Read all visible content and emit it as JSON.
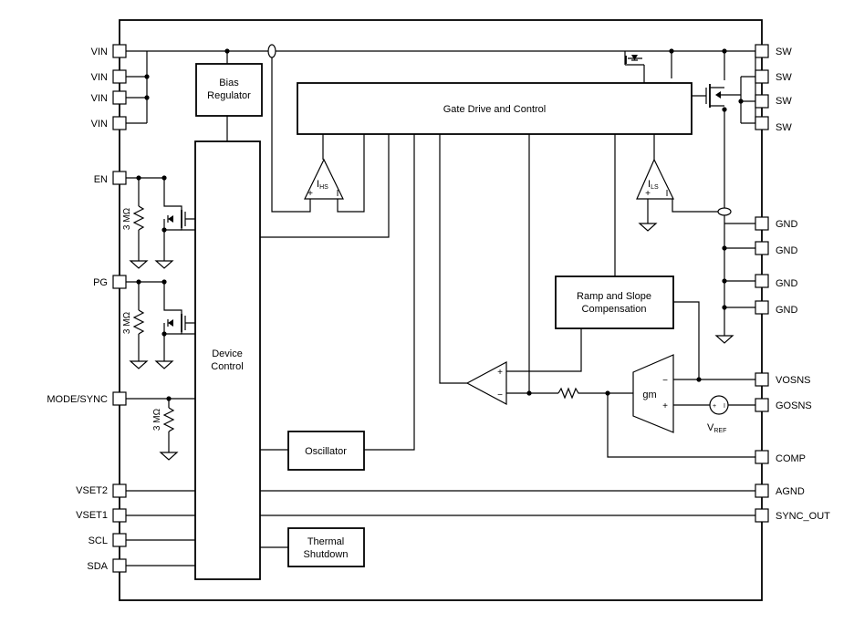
{
  "pins_left": [
    {
      "id": "vin1",
      "label": "VIN"
    },
    {
      "id": "vin2",
      "label": "VIN"
    },
    {
      "id": "vin3",
      "label": "VIN"
    },
    {
      "id": "vin4",
      "label": "VIN"
    },
    {
      "id": "en",
      "label": "EN"
    },
    {
      "id": "pg",
      "label": "PG"
    },
    {
      "id": "modesync",
      "label": "MODE/SYNC"
    },
    {
      "id": "vset2",
      "label": "VSET2"
    },
    {
      "id": "vset1",
      "label": "VSET1"
    },
    {
      "id": "scl",
      "label": "SCL"
    },
    {
      "id": "sda",
      "label": "SDA"
    }
  ],
  "pins_right": [
    {
      "id": "sw1",
      "label": "SW"
    },
    {
      "id": "sw2",
      "label": "SW"
    },
    {
      "id": "sw3",
      "label": "SW"
    },
    {
      "id": "sw4",
      "label": "SW"
    },
    {
      "id": "gnd1",
      "label": "GND"
    },
    {
      "id": "gnd2",
      "label": "GND"
    },
    {
      "id": "gnd3",
      "label": "GND"
    },
    {
      "id": "gnd4",
      "label": "GND"
    },
    {
      "id": "vosns",
      "label": "VOSNS"
    },
    {
      "id": "gosns",
      "label": "GOSNS"
    },
    {
      "id": "comp",
      "label": "COMP"
    },
    {
      "id": "agnd",
      "label": "AGND"
    },
    {
      "id": "syncout",
      "label": "SYNC_OUT"
    }
  ],
  "blocks": {
    "bias_line1": "Bias",
    "bias_line2": "Regulator",
    "gate_drive": "Gate Drive and Control",
    "device_line1": "Device",
    "device_line2": "Control",
    "oscillator": "Oscillator",
    "thermal_line1": "Thermal",
    "thermal_line2": "Shutdown",
    "ramp_line1": "Ramp and Slope",
    "ramp_line2": "Compensation"
  },
  "components": {
    "resistor_en": "3 MΩ",
    "resistor_pg": "3 MΩ",
    "resistor_mode": "3 MΩ",
    "ihs_main": "I",
    "ihs_sub": "HS",
    "ils_main": "I",
    "ils_sub": "LS",
    "gm": "gm",
    "vref_main": "V",
    "vref_sub": "REF",
    "plus": "+",
    "minus": "−"
  }
}
